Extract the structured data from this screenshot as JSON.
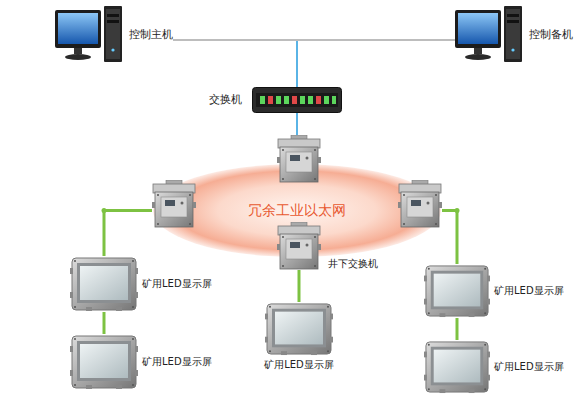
{
  "diagram": {
    "nodes": [
      {
        "text": [
          "控制主机"
        ]
      },
      {
        "text": [
          "控制备机"
        ]
      },
      {
        "text": [
          "交换机"
        ]
      },
      {
        "text": [
          "冗余工业以太网"
        ]
      },
      {
        "text": [
          "井下交换机"
        ]
      },
      {
        "text": [
          "矿用LED显示屏"
        ]
      },
      {
        "text": [
          "矿用LED显示屏"
        ]
      },
      {
        "text": [
          "矿用LED显示屏"
        ]
      },
      {
        "text": [
          "矿用LED显示屏"
        ]
      },
      {
        "text": [
          "矿用LED显示屏"
        ]
      }
    ],
    "edges": [
      {
        "from": 0,
        "to": 2,
        "arrow": "none"
      },
      {
        "from": 1,
        "to": 2,
        "arrow": "none"
      },
      {
        "from": 2,
        "to": 3,
        "arrow": "none"
      },
      {
        "from": 3,
        "to": 5,
        "arrow": "none"
      },
      {
        "from": 5,
        "to": 6,
        "arrow": "none"
      },
      {
        "from": 4,
        "to": 7,
        "arrow": "none"
      },
      {
        "from": 3,
        "to": 8,
        "arrow": "none"
      },
      {
        "from": 8,
        "to": 9,
        "arrow": "none"
      }
    ]
  }
}
